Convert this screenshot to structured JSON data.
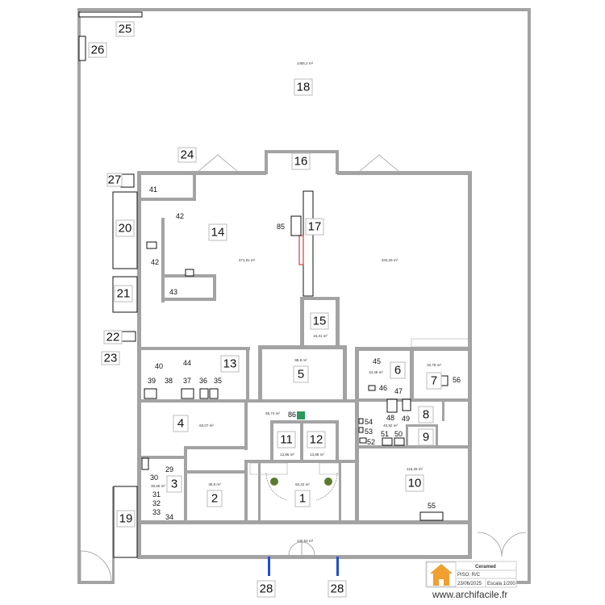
{
  "title_block": {
    "project": "Ceramed",
    "floor": "PISO: R/C",
    "date": "23/06/2025",
    "scale": "Escala 1/200",
    "website": "www.archifacile.fr",
    "logo_color": "#f0a030"
  },
  "room_labels": [
    "1",
    "2",
    "3",
    "4",
    "5",
    "6",
    "7",
    "8",
    "9",
    "10",
    "11",
    "12",
    "13",
    "14",
    "15",
    "16",
    "17",
    "18",
    "19",
    "20",
    "21",
    "22",
    "23",
    "24",
    "25",
    "26",
    "27",
    "28",
    "28"
  ],
  "item_labels": [
    "29",
    "30",
    "31",
    "32",
    "33",
    "34",
    "35",
    "36",
    "37",
    "38",
    "39",
    "40",
    "41",
    "42",
    "42",
    "43",
    "44",
    "45",
    "46",
    "47",
    "48",
    "49",
    "50",
    "51",
    "52",
    "53",
    "54",
    "55",
    "56",
    "85",
    "86"
  ],
  "areas": [
    "1455,2 m²",
    "371,81 m²",
    "344,25 m²",
    "16,31 m²",
    "88,9 m²",
    "34,48 m²",
    "32,79 m²",
    "65,74 m²",
    "60,07 m²",
    "13,86 m²",
    "13,88 m²",
    "40,92 m²",
    "30,66 m²",
    "38,8 m²",
    "60,22 m²",
    "116,28 m²",
    "130,62 m²"
  ],
  "colors": {
    "wall": "#a3a3a3",
    "access_line": "#1e4fd6",
    "highlight": "#d04040",
    "exit_sign": "#2a9a5a"
  }
}
